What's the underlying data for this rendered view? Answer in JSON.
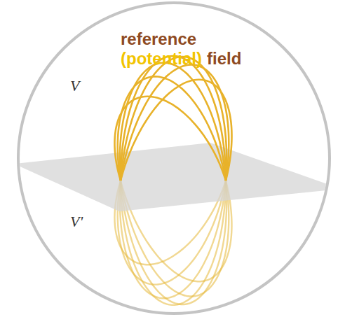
{
  "diagram": {
    "labels": [
      "reference",
      "(potential)",
      "field",
      "V",
      "V'"
    ]
  }
}
